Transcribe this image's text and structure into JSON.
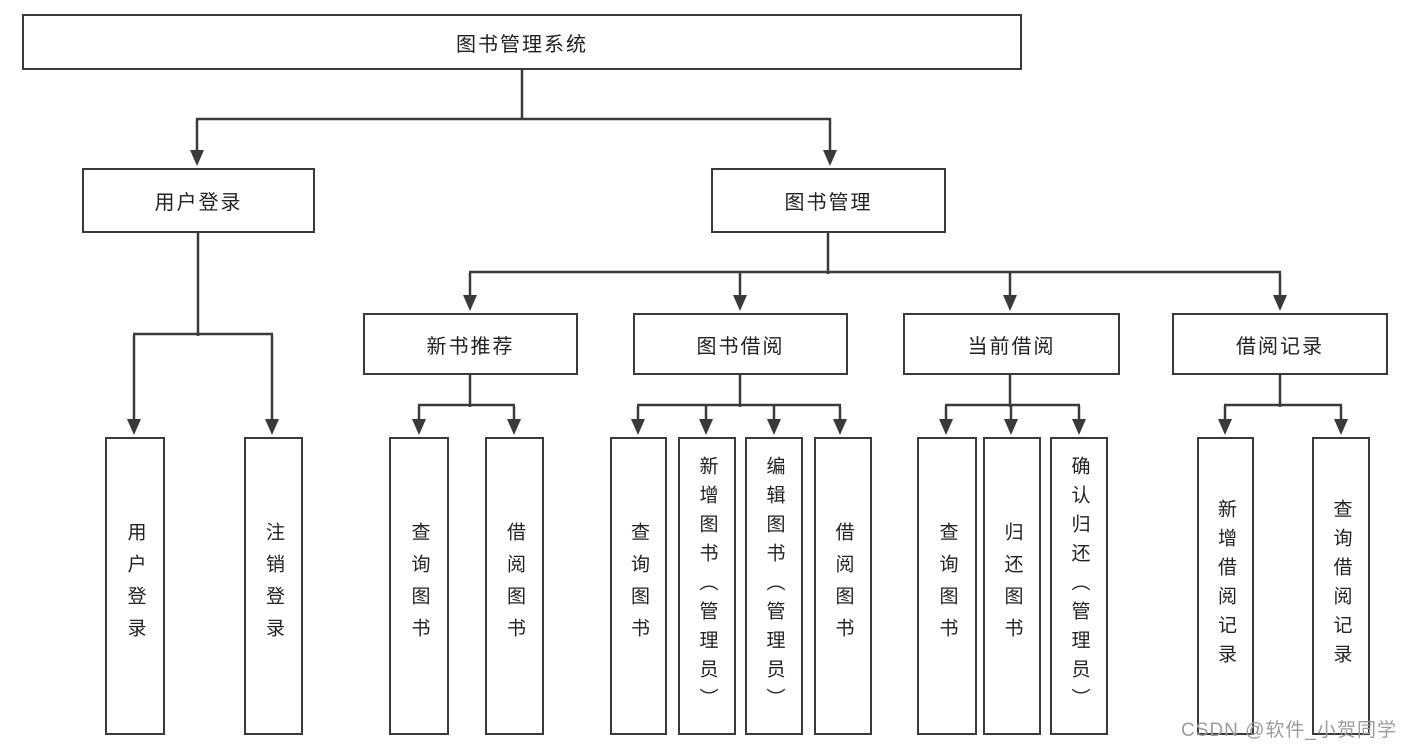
{
  "colors": {
    "line": "#3a3a3a",
    "box_border": "#3a3a3a",
    "box_fill": "#ffffff",
    "text": "#222222",
    "watermark": "#9c9c9c",
    "background": "#ffffff"
  },
  "watermark": "CSDN @软件_小贺同学",
  "tree": {
    "label": "图书管理系统",
    "children": [
      {
        "label": "用户登录",
        "children": [
          {
            "label": "用户登录"
          },
          {
            "label": "注销登录"
          }
        ]
      },
      {
        "label": "图书管理",
        "children": [
          {
            "label": "新书推荐",
            "children": [
              {
                "label": "查询图书"
              },
              {
                "label": "借阅图书"
              }
            ]
          },
          {
            "label": "图书借阅",
            "children": [
              {
                "label": "查询图书"
              },
              {
                "label": "新增图书（管理员）"
              },
              {
                "label": "编辑图书（管理员）"
              },
              {
                "label": "借阅图书"
              }
            ]
          },
          {
            "label": "当前借阅",
            "children": [
              {
                "label": "查询图书"
              },
              {
                "label": "归还图书"
              },
              {
                "label": "确认归还（管理员）"
              }
            ]
          },
          {
            "label": "借阅记录",
            "children": [
              {
                "label": "新增借阅记录"
              },
              {
                "label": "查询借阅记录"
              }
            ]
          }
        ]
      }
    ]
  }
}
